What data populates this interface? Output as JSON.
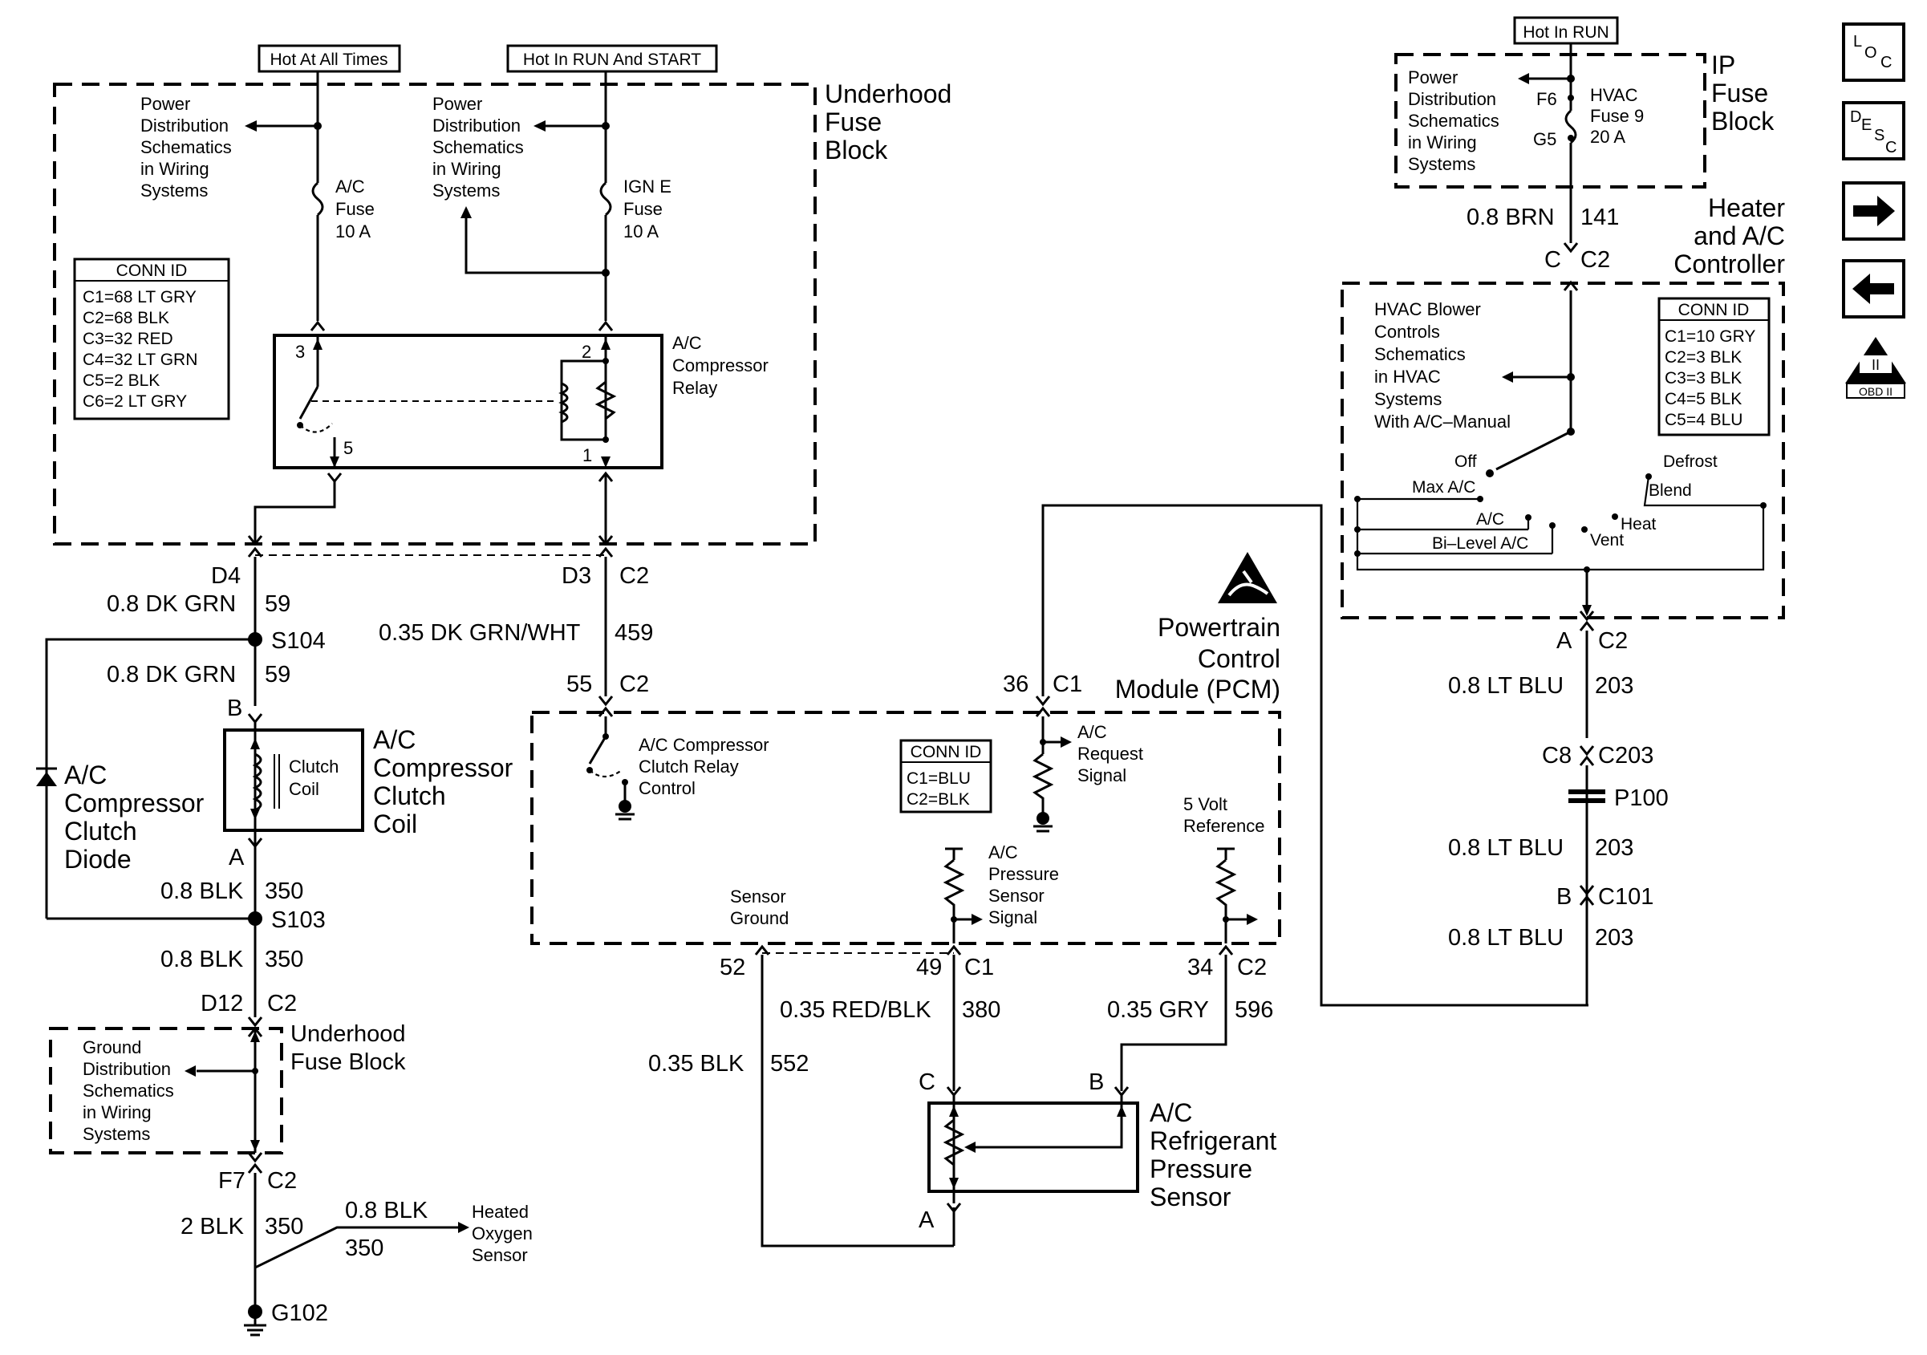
{
  "top_tags": {
    "hot_all_times": "Hot At All Times",
    "hot_run_start": "Hot In RUN And START",
    "hot_run": "Hot In RUN"
  },
  "underhood_fuse_block": {
    "title_lines": [
      "Underhood",
      "Fuse",
      "Block"
    ],
    "pd_left_lines": [
      "Power",
      "Distribution",
      "Schematics",
      "in Wiring",
      "Systems"
    ],
    "pd_right_lines": [
      "Power",
      "Distribution",
      "Schematics",
      "in Wiring",
      "Systems"
    ],
    "ac_fuse_lines": [
      "A/C",
      "Fuse",
      "10 A"
    ],
    "ign_fuse_lines": [
      "IGN E",
      "Fuse",
      "10 A"
    ],
    "conn_id_title": "CONN ID",
    "conn_ids": [
      "C1=68 LT GRY",
      "C2=68 BLK",
      "C3=32 RED",
      "C4=32 LT GRN",
      "C5=2 BLK",
      "C6=2 LT GRY"
    ],
    "relay_lines": [
      "A/C",
      "Compressor",
      "Relay"
    ],
    "relay_pins": {
      "p1": "1",
      "p2": "2",
      "p3": "3",
      "p5": "5"
    }
  },
  "left_circuit": {
    "d4": "D4",
    "wire1_color": "0.8 DK GRN",
    "wire1_num": "59",
    "s104": "S104",
    "wire2_color": "0.8 DK GRN",
    "wire2_num": "59",
    "b": "B",
    "clutch_coil_inner_lines": [
      "Clutch",
      "Coil"
    ],
    "clutch_coil_lines": [
      "A/C",
      "Compressor",
      "Clutch",
      "Coil"
    ],
    "diode_lines": [
      "A/C",
      "Compressor",
      "Clutch",
      "Diode"
    ],
    "a": "A",
    "wire3_color": "0.8 BLK",
    "wire3_num": "350",
    "s103": "S103",
    "wire4_color": "0.8 BLK",
    "wire4_num": "350",
    "d12": "D12",
    "c2_d12": "C2",
    "fuse_block2_lines": [
      "Underhood",
      "Fuse Block"
    ],
    "ground_dist_lines": [
      "Ground",
      "Distribution",
      "Schematics",
      "in Wiring",
      "Systems"
    ],
    "f7": "F7",
    "c2_f7": "C2",
    "wire5_color": "2 BLK",
    "wire5_num": "350",
    "wire6_color": "0.8 BLK",
    "wire6_num": "350",
    "heated_o2_lines": [
      "Heated",
      "Oxygen",
      "Sensor"
    ],
    "g102": "G102"
  },
  "middle_circuit": {
    "d3": "D3",
    "c2_d3": "C2",
    "wire_color": "0.35 DK GRN/WHT",
    "wire_num": "459",
    "pin55": "55",
    "c2_55": "C2"
  },
  "pcm": {
    "title_lines": [
      "Powertrain",
      "Control",
      "Module (PCM)"
    ],
    "pin36": "36",
    "c1_36": "C1",
    "relay_control_lines": [
      "A/C Compressor",
      "Clutch Relay",
      "Control"
    ],
    "conn_id_title": "CONN ID",
    "conn_ids": [
      "C1=BLU",
      "C2=BLK"
    ],
    "request_lines": [
      "A/C",
      "Request",
      "Signal"
    ],
    "five_volt_lines": [
      "5 Volt",
      "Reference"
    ],
    "pressure_signal_lines": [
      "A/C",
      "Pressure",
      "Sensor",
      "Signal"
    ],
    "sensor_ground_lines": [
      "Sensor",
      "Ground"
    ],
    "pin52": "52",
    "pin49": "49",
    "c1_49": "C1",
    "pin34": "34",
    "c2_34": "C2"
  },
  "sensor_circuit": {
    "w380_color": "0.35 RED/BLK",
    "w380_num": "380",
    "w596_color": "0.35 GRY",
    "w596_num": "596",
    "w552_color": "0.35 BLK",
    "w552_num": "552",
    "c": "C",
    "b": "B",
    "a": "A",
    "sensor_lines": [
      "A/C",
      "Refrigerant",
      "Pressure",
      "Sensor"
    ]
  },
  "ip_fuse_block": {
    "title_lines": [
      "IP",
      "Fuse",
      "Block"
    ],
    "pd_lines": [
      "Power",
      "Distribution",
      "Schematics",
      "in Wiring",
      "Systems"
    ],
    "f6": "F6",
    "g5": "G5",
    "fuse_lines": [
      "HVAC",
      "Fuse 9",
      "20 A"
    ]
  },
  "hvac_controller": {
    "wire_top_color": "0.8 BRN",
    "wire_top_num": "141",
    "c_top": "C",
    "c2_top": "C2",
    "title_lines": [
      "Heater",
      "and A/C",
      "Controller"
    ],
    "blower_lines": [
      "HVAC Blower",
      "Controls",
      "Schematics",
      "in HVAC",
      "Systems",
      "With A/C–Manual"
    ],
    "conn_id_title": "CONN ID",
    "conn_ids": [
      "C1=10 GRY",
      "C2=3 BLK",
      "C3=3 BLK",
      "C4=5 BLK",
      "C5=4 BLU"
    ],
    "modes": {
      "off": "Off",
      "max_ac": "Max A/C",
      "ac": "A/C",
      "bi_level": "Bi–Level A/C",
      "vent": "Vent",
      "heat": "Heat",
      "defrost": "Defrost",
      "blend": "Blend"
    },
    "a_bottom": "A",
    "c2_bottom": "C2",
    "wire203_color": "0.8 LT BLU",
    "wire203_num": "203",
    "c8": "C8",
    "c203": "C203",
    "p100": "P100",
    "wire203b_color": "0.8 LT BLU",
    "wire203b_num": "203",
    "b_c101": "B",
    "c101": "C101",
    "wire203c_color": "0.8 LT BLU",
    "wire203c_num": "203"
  },
  "nav": {
    "loc_letters": [
      "L",
      "O",
      "C"
    ],
    "desc_letters": [
      "D",
      "E",
      "S",
      "C"
    ],
    "forward_glyph": "➡",
    "back_glyph": "⬅",
    "obd_roman": "II",
    "obd_label": "OBD II"
  }
}
